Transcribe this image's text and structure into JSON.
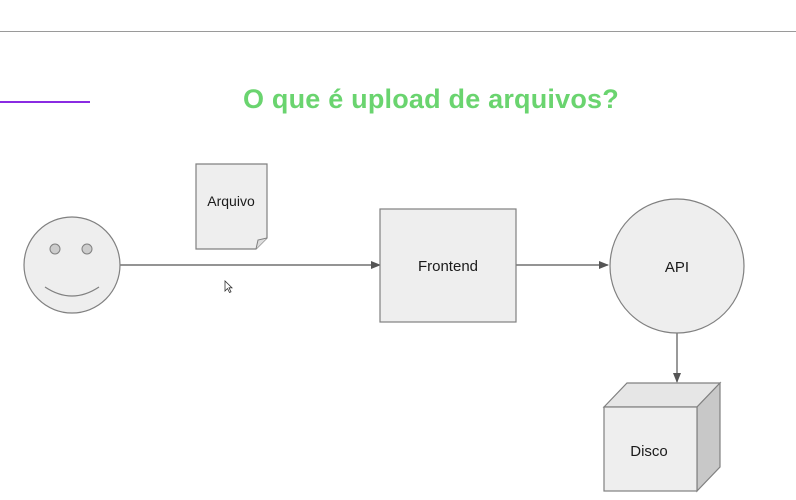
{
  "slide": {
    "title": "O que é upload de arquivos?",
    "title_color": "#6ad46f",
    "accent_color": "#8a2be2"
  },
  "diagram": {
    "nodes": {
      "user": {
        "shape": "smiley-face-icon"
      },
      "file": {
        "label": "Arquivo",
        "shape": "document"
      },
      "frontend": {
        "label": "Frontend",
        "shape": "rectangle"
      },
      "api": {
        "label": "API",
        "shape": "circle"
      },
      "disk": {
        "label": "Disco",
        "shape": "cube"
      }
    },
    "edges": [
      {
        "from": "user",
        "to": "frontend"
      },
      {
        "from": "frontend",
        "to": "api"
      },
      {
        "from": "api",
        "to": "disk"
      }
    ],
    "fill_color": "#eeeeee",
    "stroke_color": "#808080"
  }
}
